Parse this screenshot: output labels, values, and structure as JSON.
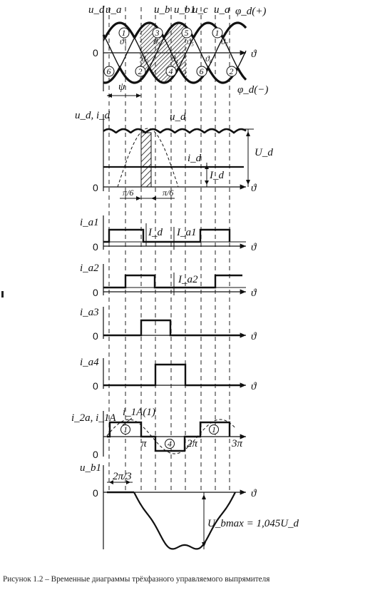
{
  "figure": {
    "caption": "Рисунок 1.2 – Временные диаграммы трёхфазного управляемого выпрямителя",
    "zero_label": "0",
    "theta_label": "ϑ",
    "panel1": {
      "labels": {
        "u_d": "u_d",
        "u_a_left": "u_a",
        "u_b": "u_b",
        "u_b1": "u_b1",
        "u_c": "u_c",
        "u_a_right": "u_a",
        "phi_plus": "φ_d(+)",
        "phi_minus": "φ_d(−)",
        "psi": "ψ",
        "v1": "ϑ₁",
        "v2": "ϑ₂",
        "v3": "ϑ₃",
        "v4": "ϑ₄",
        "v5": "ϑ₅",
        "v6": "ϑ₆",
        "v7": "ϑ₇"
      },
      "top_circles": [
        "1",
        "3",
        "5",
        "1"
      ],
      "bottom_circles": [
        "6",
        "2",
        "4",
        "6",
        "2"
      ]
    },
    "panel2": {
      "y_label": "u_d, i_d",
      "ud_label": "u_d",
      "id_label": "i_d",
      "Id_label": "I_d",
      "Ud_label": "U_d",
      "pi6_left": "π/6",
      "pi6_right": "π/6"
    },
    "panel_ia1": {
      "y_label": "i_a1",
      "Id_label": "I_d",
      "Ia1_label": "I_a1"
    },
    "panel_ia2": {
      "y_label": "i_a2",
      "Ia2_label": "I_a2"
    },
    "panel_ia3": {
      "y_label": "i_a3"
    },
    "panel_ia4": {
      "y_label": "i_a4"
    },
    "panel_i2a": {
      "y_label": "i_2a, i_1A",
      "i1a1_label": "i_1A(1)",
      "circle_pos": "1",
      "circle_neg": "4",
      "x_pi": "π",
      "x_2pi": "2π",
      "x_3pi": "3π"
    },
    "panel_ub1": {
      "y_label": "u_b1",
      "angle_label": "2π/3",
      "umax_label": "U_bmax = 1,045U_d"
    }
  }
}
